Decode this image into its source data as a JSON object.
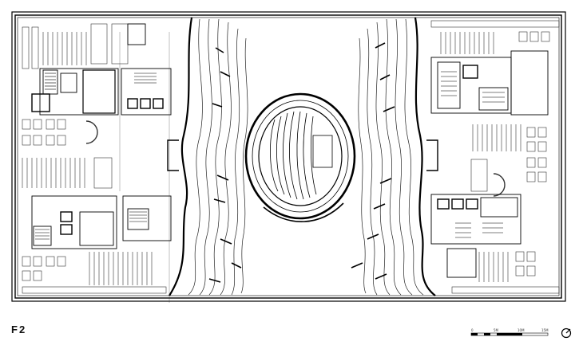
{
  "floor_label": "F2",
  "scale_bar": {
    "labels": [
      "0",
      "5M",
      "10M",
      "15M"
    ]
  },
  "icons": [
    "north-arrow-icon"
  ]
}
